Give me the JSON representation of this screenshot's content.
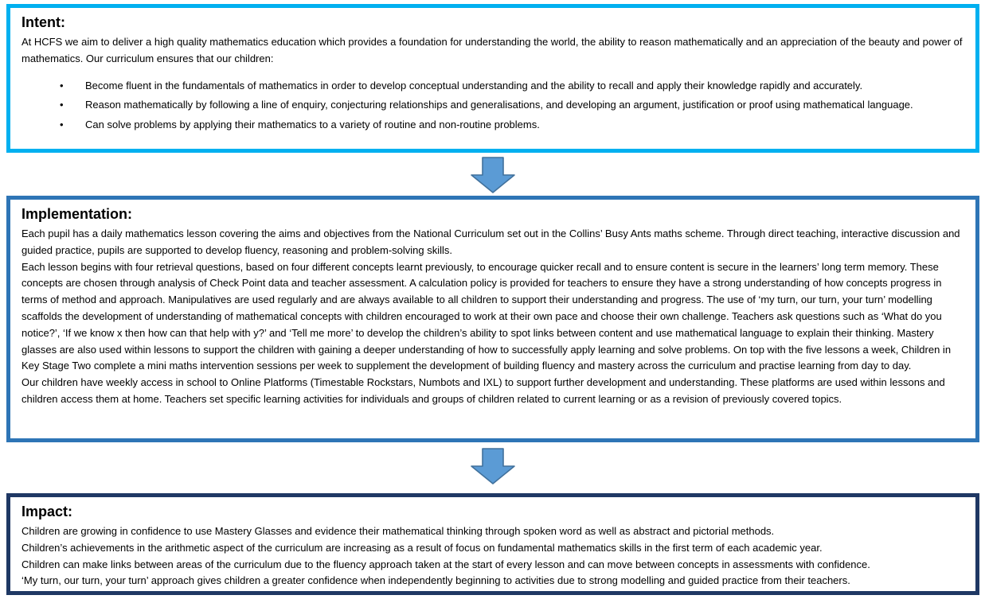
{
  "intent": {
    "heading": "Intent:",
    "intro": "At HCFS we aim to deliver a high quality mathematics education which provides a foundation for understanding the world, the ability to reason mathematically and an appreciation of the beauty and power of mathematics. Our curriculum ensures that our children:",
    "bullet_icon": "•",
    "bullets": [
      "Become fluent in the fundamentals of mathematics in order to develop conceptual understanding and the ability to recall and apply their knowledge rapidly and accurately.",
      "Reason mathematically by following a line of enquiry, conjecturing relationships and generalisations, and developing an argument, justification or proof using mathematical language.",
      "Can solve problems by applying their mathematics to a variety of routine and non-routine problems."
    ]
  },
  "implementation": {
    "heading": "Implementation:",
    "paragraphs": [
      "Each pupil has a daily mathematics lesson covering the aims and objectives from the National Curriculum set out in the Collins’ Busy Ants maths scheme. Through direct teaching, interactive discussion and guided practice, pupils are supported to develop fluency, reasoning and problem-solving skills.",
      "Each lesson begins with four retrieval questions, based on four different concepts learnt previously, to encourage quicker recall and to ensure content is secure in the learners’ long term memory.  These concepts are chosen through analysis of Check Point data and teacher assessment. A calculation policy is provided for teachers to ensure they have a strong understanding of how concepts progress in terms of method and approach. Manipulatives are used regularly and are always available to all children to support their understanding and progress. The use of ‘my turn, our turn, your turn’ modelling scaffolds the development of understanding of mathematical concepts with children encouraged to work at their own pace and choose their own challenge. Teachers ask questions such as ‘What do you notice?’, ‘If we know x then how can that help with y?’ and ‘Tell me more’ to develop the children’s ability to spot links between content and use mathematical language to explain their thinking. Mastery glasses are also used within lessons to support the children with gaining a deeper understanding of how to successfully apply learning and solve problems. On top with the five lessons a week, Children in Key Stage Two complete a mini maths intervention sessions per week to supplement the development of building fluency and mastery across the curriculum and practise learning from day to day.",
      "Our children have weekly access in school to Online Platforms (Timestable Rockstars, Numbots and IXL) to support further development and understanding. These platforms are used within lessons and children access them at home. Teachers set specific learning activities for individuals and groups of children related to current learning or as a revision of previously covered topics."
    ]
  },
  "impact": {
    "heading": "Impact:",
    "lines": [
      "Children are growing in confidence to use Mastery Glasses and evidence their mathematical thinking through spoken word as well as abstract and pictorial methods.",
      "Children’s achievements in the arithmetic aspect of the curriculum are increasing as a result of focus on fundamental mathematics skills in the first term of each academic year.",
      "Children can make links between areas of the curriculum due to the fluency approach taken at the start of every lesson and can move between concepts in assessments with confidence.",
      "‘My turn, our turn, your turn’ approach gives children a greater confidence when independently beginning to activities due to strong modelling and guided practice from their teachers."
    ]
  },
  "colors": {
    "intent_border": "#00B0F0",
    "implementation_border": "#2E75B6",
    "impact_border": "#1F3864",
    "arrow_fill": "#5B9BD5",
    "arrow_stroke": "#41719C"
  }
}
